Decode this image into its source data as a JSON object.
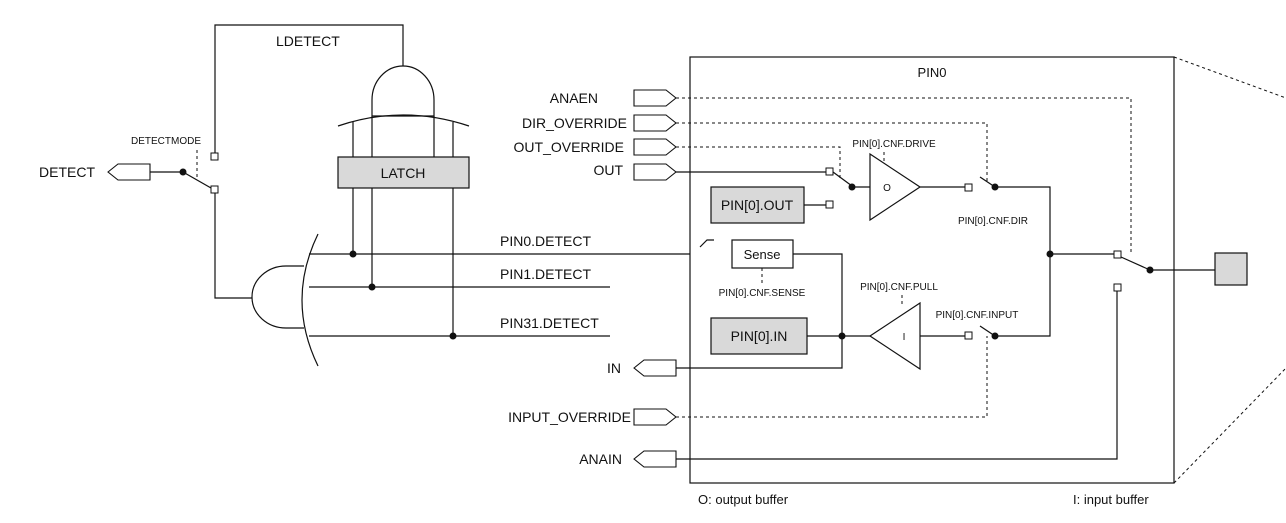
{
  "labels": {
    "ldetect": "LDETECT",
    "detectmode": "DETECTMODE",
    "detect": "DETECT",
    "latch": "LATCH",
    "pin0_title": "PIN0",
    "anaen": "ANAEN",
    "dir_override": "DIR_OVERRIDE",
    "out_override": "OUT_OVERRIDE",
    "out": "OUT",
    "in": "IN",
    "input_override": "INPUT_OVERRIDE",
    "anain": "ANAIN",
    "pin0_detect": "PIN0.DETECT",
    "pin1_detect": "PIN1.DETECT",
    "pin31_detect": "PIN31.DETECT",
    "cnf_drive": "PIN[0].CNF.DRIVE",
    "pin_out_reg": "PIN[0].OUT",
    "cnf_dir": "PIN[0].CNF.DIR",
    "sense": "Sense",
    "cnf_sense": "PIN[0].CNF.SENSE",
    "cnf_pull": "PIN[0].CNF.PULL",
    "cnf_input": "PIN[0].CNF.INPUT",
    "pin_in_reg": "PIN[0].IN",
    "out_buffer_letter": "O",
    "in_buffer_letter": "I",
    "legend_out": "O: output buffer",
    "legend_in": "I: input buffer"
  }
}
